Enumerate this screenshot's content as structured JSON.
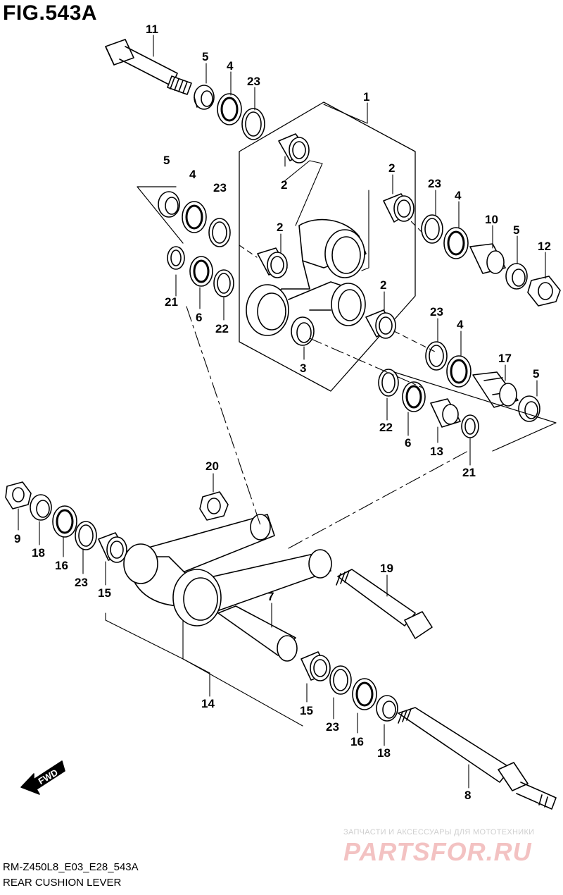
{
  "figure": {
    "title": "FIG.543A",
    "code": "RM-Z450L8_E03_E28_543A",
    "description": "REAR CUSHION LEVER"
  },
  "watermark": {
    "line1": "ЗАПЧАСТИ И АКСЕССУАРЫ ДЛЯ МОТОТЕХНИКИ",
    "line2": "PARTSFOR.RU"
  },
  "fwd_label": "FWD",
  "callouts": {
    "c11": "11",
    "c5a": "5",
    "c4a": "4",
    "c23a": "23",
    "c1": "1",
    "c2a": "2",
    "c2b": "2",
    "c5b": "5",
    "c4b": "4",
    "c23b": "23",
    "c2c": "2",
    "c23c": "23",
    "c4c": "4",
    "c10": "10",
    "c5c": "5",
    "c12": "12",
    "c21a": "21",
    "c6a": "6",
    "c22a": "22",
    "c2d": "2",
    "c3": "3",
    "c23d": "23",
    "c4d": "4",
    "c17": "17",
    "c5d": "5",
    "c22b": "22",
    "c6b": "6",
    "c13": "13",
    "c21b": "21",
    "c20": "20",
    "c9": "9",
    "c18a": "18",
    "c16a": "16",
    "c23e": "23",
    "c15a": "15",
    "c19": "19",
    "c7": "7",
    "c14": "14",
    "c15b": "15",
    "c23f": "23",
    "c16b": "16",
    "c18b": "18",
    "c8": "8"
  }
}
